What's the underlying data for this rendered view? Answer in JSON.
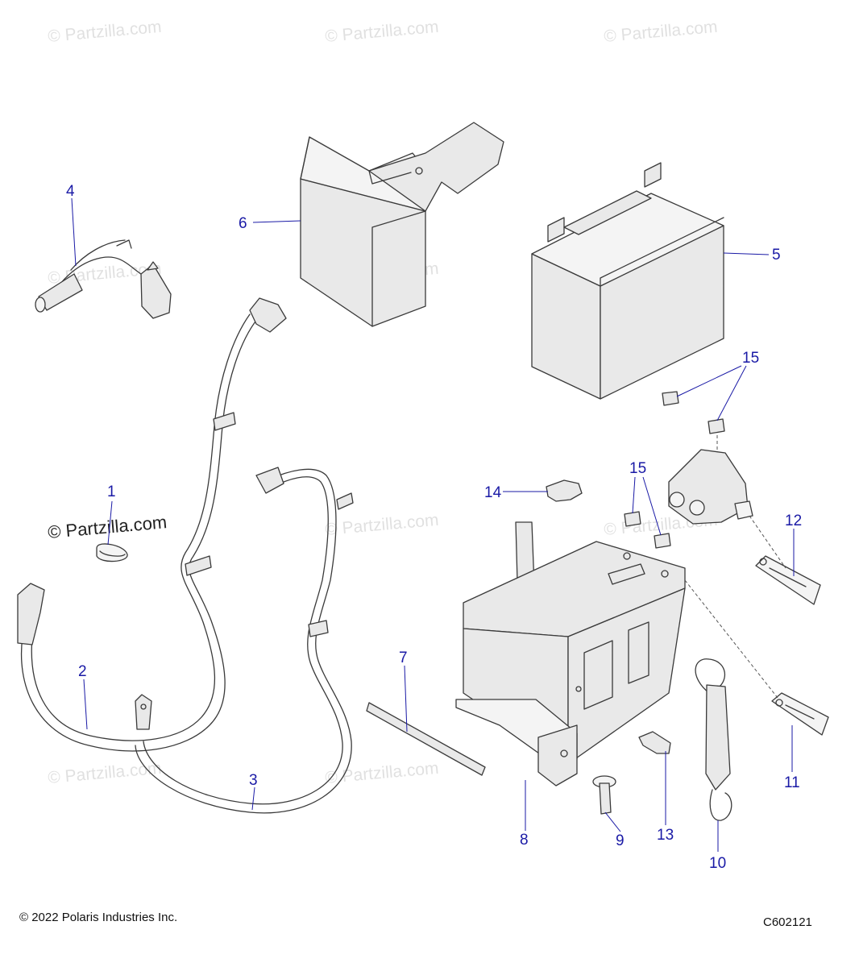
{
  "watermark": "© Partzilla.com",
  "copyright": "© 2022 Polaris Industries Inc.",
  "drawing_code": "C602121",
  "callouts": {
    "c1": "1",
    "c2": "2",
    "c3": "3",
    "c4": "4",
    "c5": "5",
    "c6": "6",
    "c7": "7",
    "c8": "8",
    "c9": "9",
    "c10": "10",
    "c11": "11",
    "c12": "12",
    "c13": "13",
    "c14": "14",
    "c15a": "15",
    "c15b": "15"
  },
  "colors": {
    "callout": "#1a1aa6",
    "linework": "#3a3a3a",
    "part_fill": "#e9e9e9"
  }
}
